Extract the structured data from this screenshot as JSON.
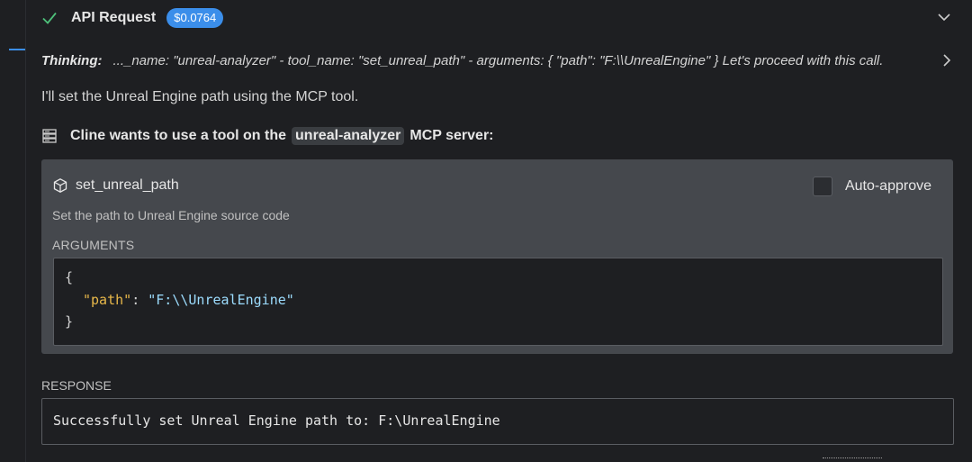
{
  "header": {
    "title": "API Request",
    "cost": "$0.0764"
  },
  "thinking": {
    "label": "Thinking:",
    "text": "..._name: \"unreal-analyzer\" - tool_name: \"set_unreal_path\" - arguments: { \"path\": \"F:\\\\UnrealEngine\" } Let's proceed with this call."
  },
  "message": "I'll set the Unreal Engine path using the MCP tool.",
  "mcp": {
    "prefix": "Cline wants to use a tool on the",
    "server": "unreal-analyzer",
    "suffix": "MCP server:"
  },
  "tool": {
    "name": "set_unreal_path",
    "auto_approve_label": "Auto-approve",
    "description": "Set the path to Unreal Engine source code",
    "arguments_label": "ARGUMENTS",
    "code": {
      "open": "{",
      "key": "\"path\"",
      "colon": ": ",
      "value": "\"F:\\\\UnrealEngine\"",
      "close": "}"
    }
  },
  "response": {
    "label": "RESPONSE",
    "text": "Successfully set Unreal Engine path to: F:\\UnrealEngine"
  },
  "icons": {
    "status": "check-icon",
    "expand": "chevron-down-icon",
    "thinking_toggle": "chevron-right-icon",
    "server": "server-icon",
    "tool": "cube-icon"
  },
  "colors": {
    "accent": "#3b8eea",
    "check": "#4ec07a",
    "card": "#45484d"
  }
}
